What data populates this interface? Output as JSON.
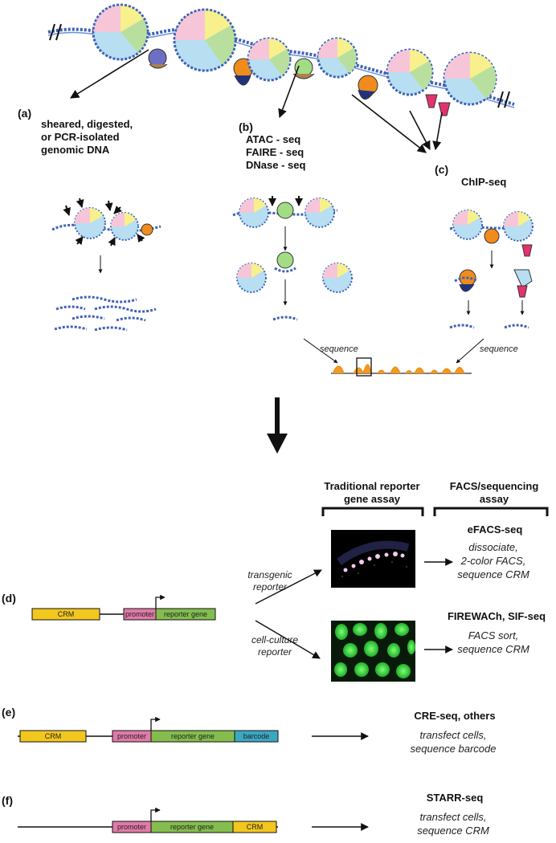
{
  "panels": {
    "a": {
      "letter": "(a)",
      "lines": [
        "sheared, digested,",
        "or PCR-isolated",
        "genomic DNA"
      ]
    },
    "b": {
      "letter": "(b)",
      "lines": [
        "ATAC - seq",
        "FAIRE - seq",
        "DNase - seq"
      ]
    },
    "c": {
      "letter": "(c)",
      "title": "ChIP-seq"
    },
    "sequence_left": "sequence",
    "sequence_right": "sequence",
    "d": {
      "letter": "(d)"
    },
    "e": {
      "letter": "(e)"
    },
    "f": {
      "letter": "(f)"
    }
  },
  "headers": {
    "traditional": [
      "Traditional reporter",
      "gene assay"
    ],
    "facs": [
      "FACS/sequencing",
      "assay"
    ]
  },
  "construct": {
    "crm": "CRM",
    "promoter": "promoter",
    "reporter": "reporter gene",
    "barcode": "barcode"
  },
  "d_routes": {
    "transgenic": [
      "transgenic",
      "reporter"
    ],
    "cell_culture": [
      "cell-culture",
      "reporter"
    ]
  },
  "assays": {
    "efacs": {
      "title": "eFACS-seq",
      "lines": [
        "dissociate,",
        "2-color FACS,",
        "sequence CRM"
      ]
    },
    "firewach": {
      "title": "FIREWACh, SIF-seq",
      "lines": [
        "FACS sort,",
        "sequence CRM"
      ]
    },
    "creseq": {
      "title": "CRE-seq, others",
      "lines": [
        "transfect cells,",
        "sequence barcode"
      ]
    },
    "starr": {
      "title": "STARR-seq",
      "lines": [
        "transfect cells,",
        "sequence CRM"
      ]
    }
  },
  "colors": {
    "dna": "#3f63b5",
    "crm": "#f2c71e",
    "promoter": "#e17aa7",
    "reporter": "#84bd4e",
    "barcode": "#3ba8c1",
    "peak": "#f39a1e",
    "nuc_pink": "#f6c6d8",
    "nuc_yellow": "#f8f08c",
    "nuc_green": "#b9df9f",
    "nuc_blue": "#b8def2",
    "gfp": "#2fd43a"
  }
}
